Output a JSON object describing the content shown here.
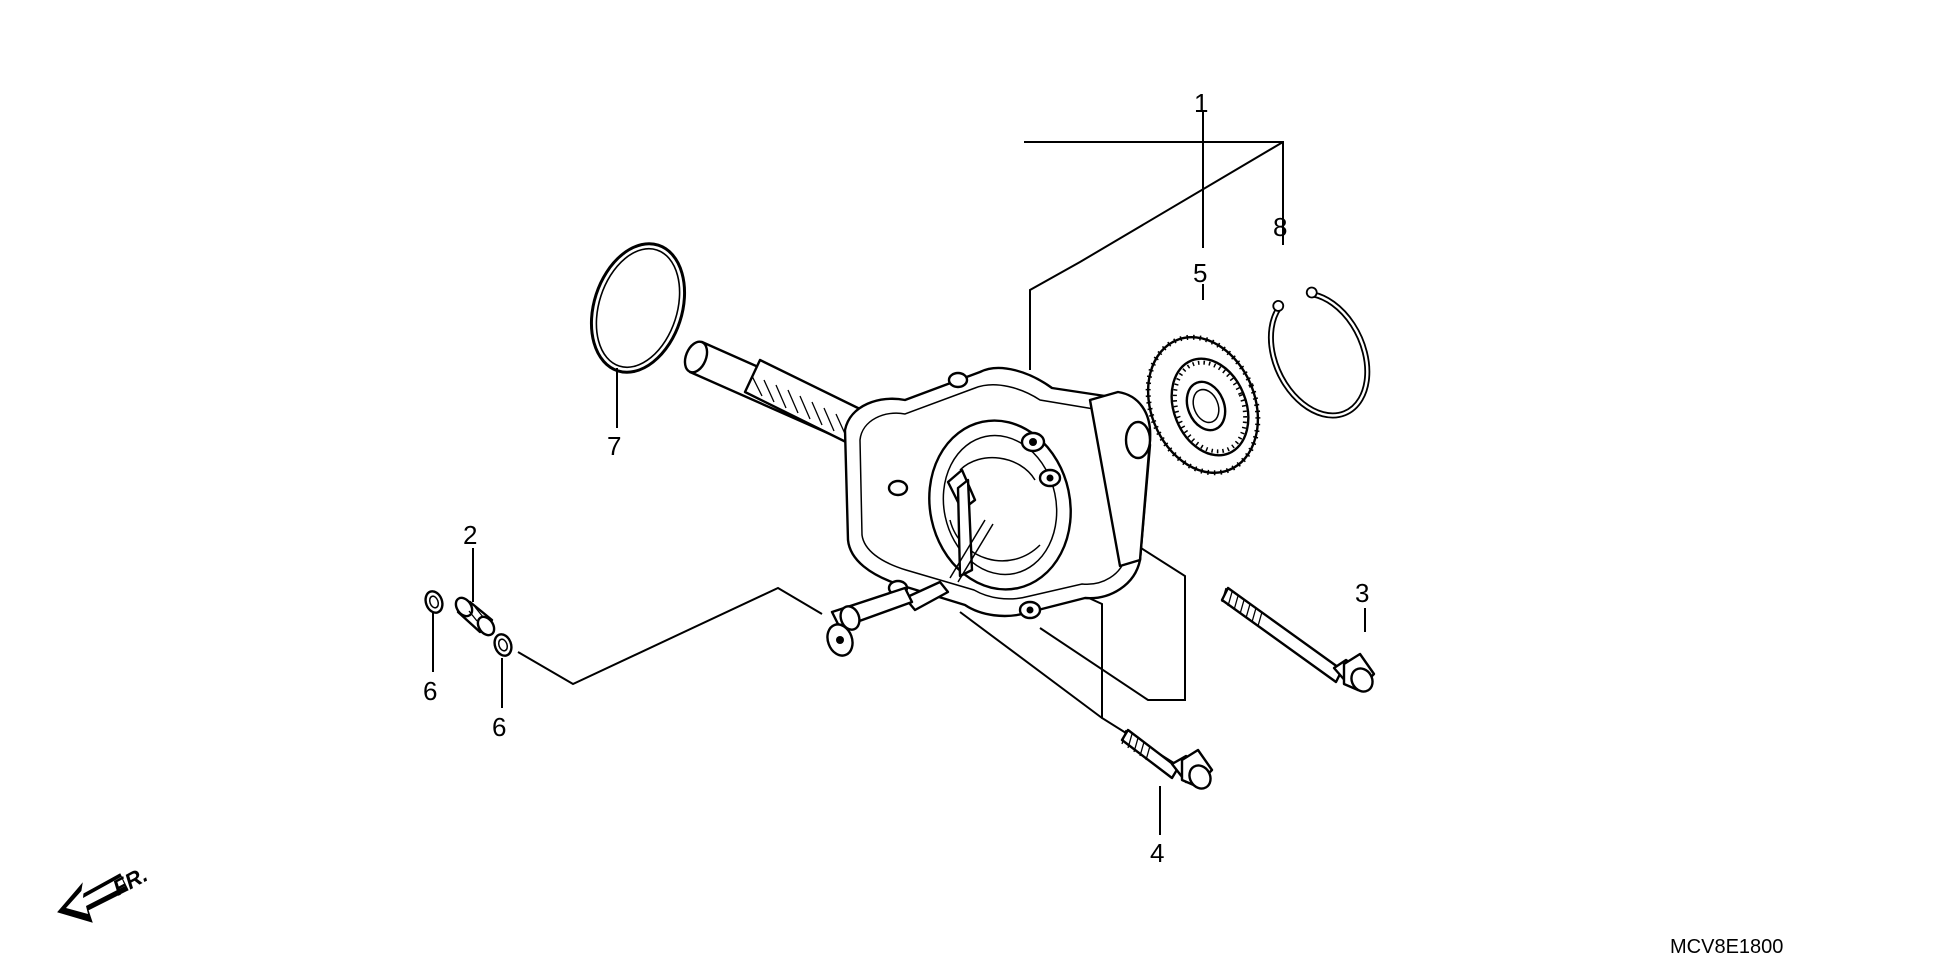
{
  "callouts": {
    "c1": "1",
    "c2": "2",
    "c3": "3",
    "c4": "4",
    "c5": "5",
    "c6a": "6",
    "c6b": "6",
    "c7": "7",
    "c8": "8"
  },
  "front_indicator": "FR.",
  "diagram_code": "MCV8E1800"
}
